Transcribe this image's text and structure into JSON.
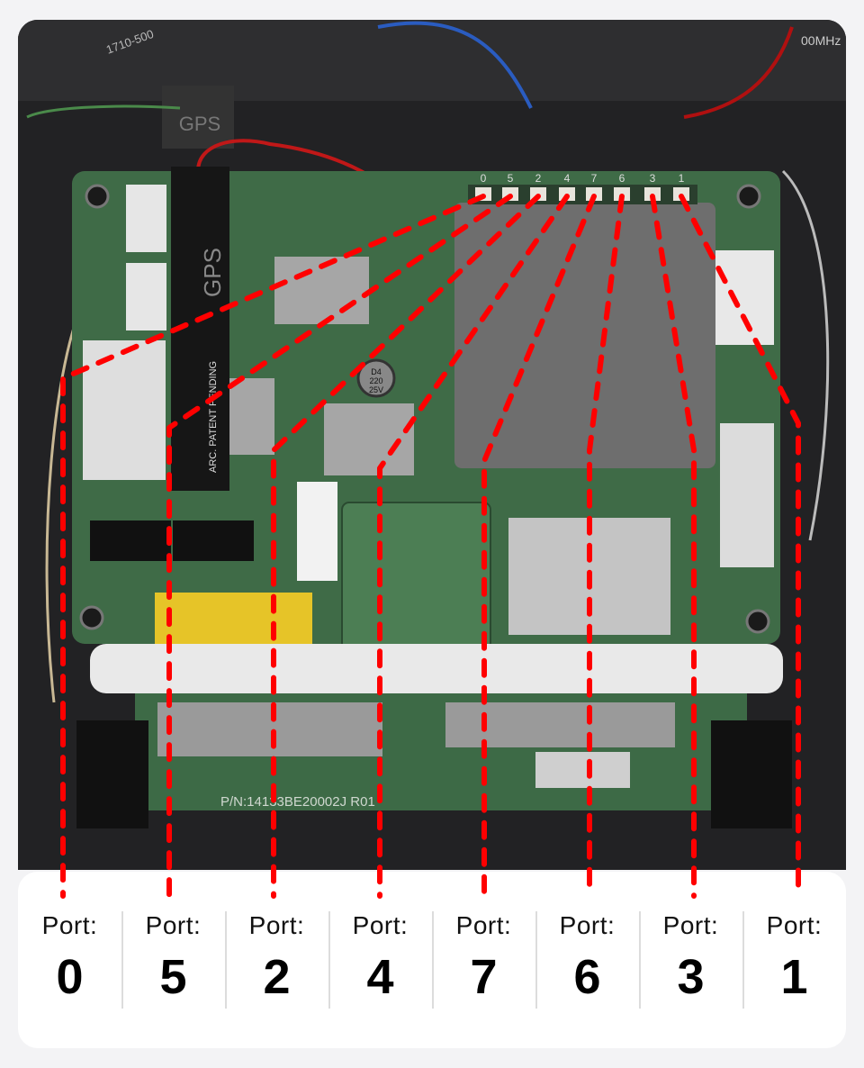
{
  "board": {
    "connector_labels": [
      "0",
      "5",
      "2",
      "4",
      "7",
      "6",
      "3",
      "1"
    ],
    "silkscreen_gps": "GPS",
    "antenna_text": "GPS",
    "patent_text": "ARC. PATENT PENDING",
    "part_number": "P/N:14133BE20002J R01",
    "capacitor_text": [
      "D4",
      "220",
      "25V"
    ],
    "corner_text": "00MHz",
    "cable_tag": "1710-500"
  },
  "colors": {
    "line": "#ff0000",
    "board": "#3f6b47",
    "legend_bg": "#ffffff"
  },
  "ports": [
    {
      "label": "Port:",
      "number": "0"
    },
    {
      "label": "Port:",
      "number": "5"
    },
    {
      "label": "Port:",
      "number": "2"
    },
    {
      "label": "Port:",
      "number": "4"
    },
    {
      "label": "Port:",
      "number": "7"
    },
    {
      "label": "Port:",
      "number": "6"
    },
    {
      "label": "Port:",
      "number": "3"
    },
    {
      "label": "Port:",
      "number": "1"
    }
  ]
}
